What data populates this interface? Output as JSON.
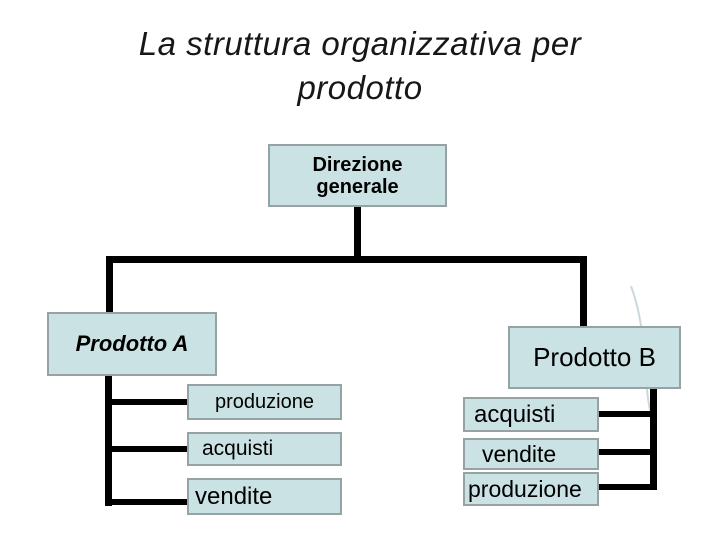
{
  "slide_title": {
    "line1": "La struttura organizzativa per",
    "line2": "prodotto"
  },
  "org_chart": {
    "root_label": "Direzione generale",
    "product_a": {
      "label": "Prodotto A",
      "departments": [
        "produzione",
        "acquisti",
        "vendite"
      ]
    },
    "product_b": {
      "label": "Prodotto B",
      "departments": [
        "acquisti",
        "vendite",
        "produzione"
      ]
    }
  },
  "colors": {
    "node_fill": "#cbe2e5",
    "node_border": "#97a2a3",
    "connector": "#000000",
    "title_text": "#171717",
    "annotation_stroke": "#ccd9dc",
    "background": "#ffffff"
  }
}
